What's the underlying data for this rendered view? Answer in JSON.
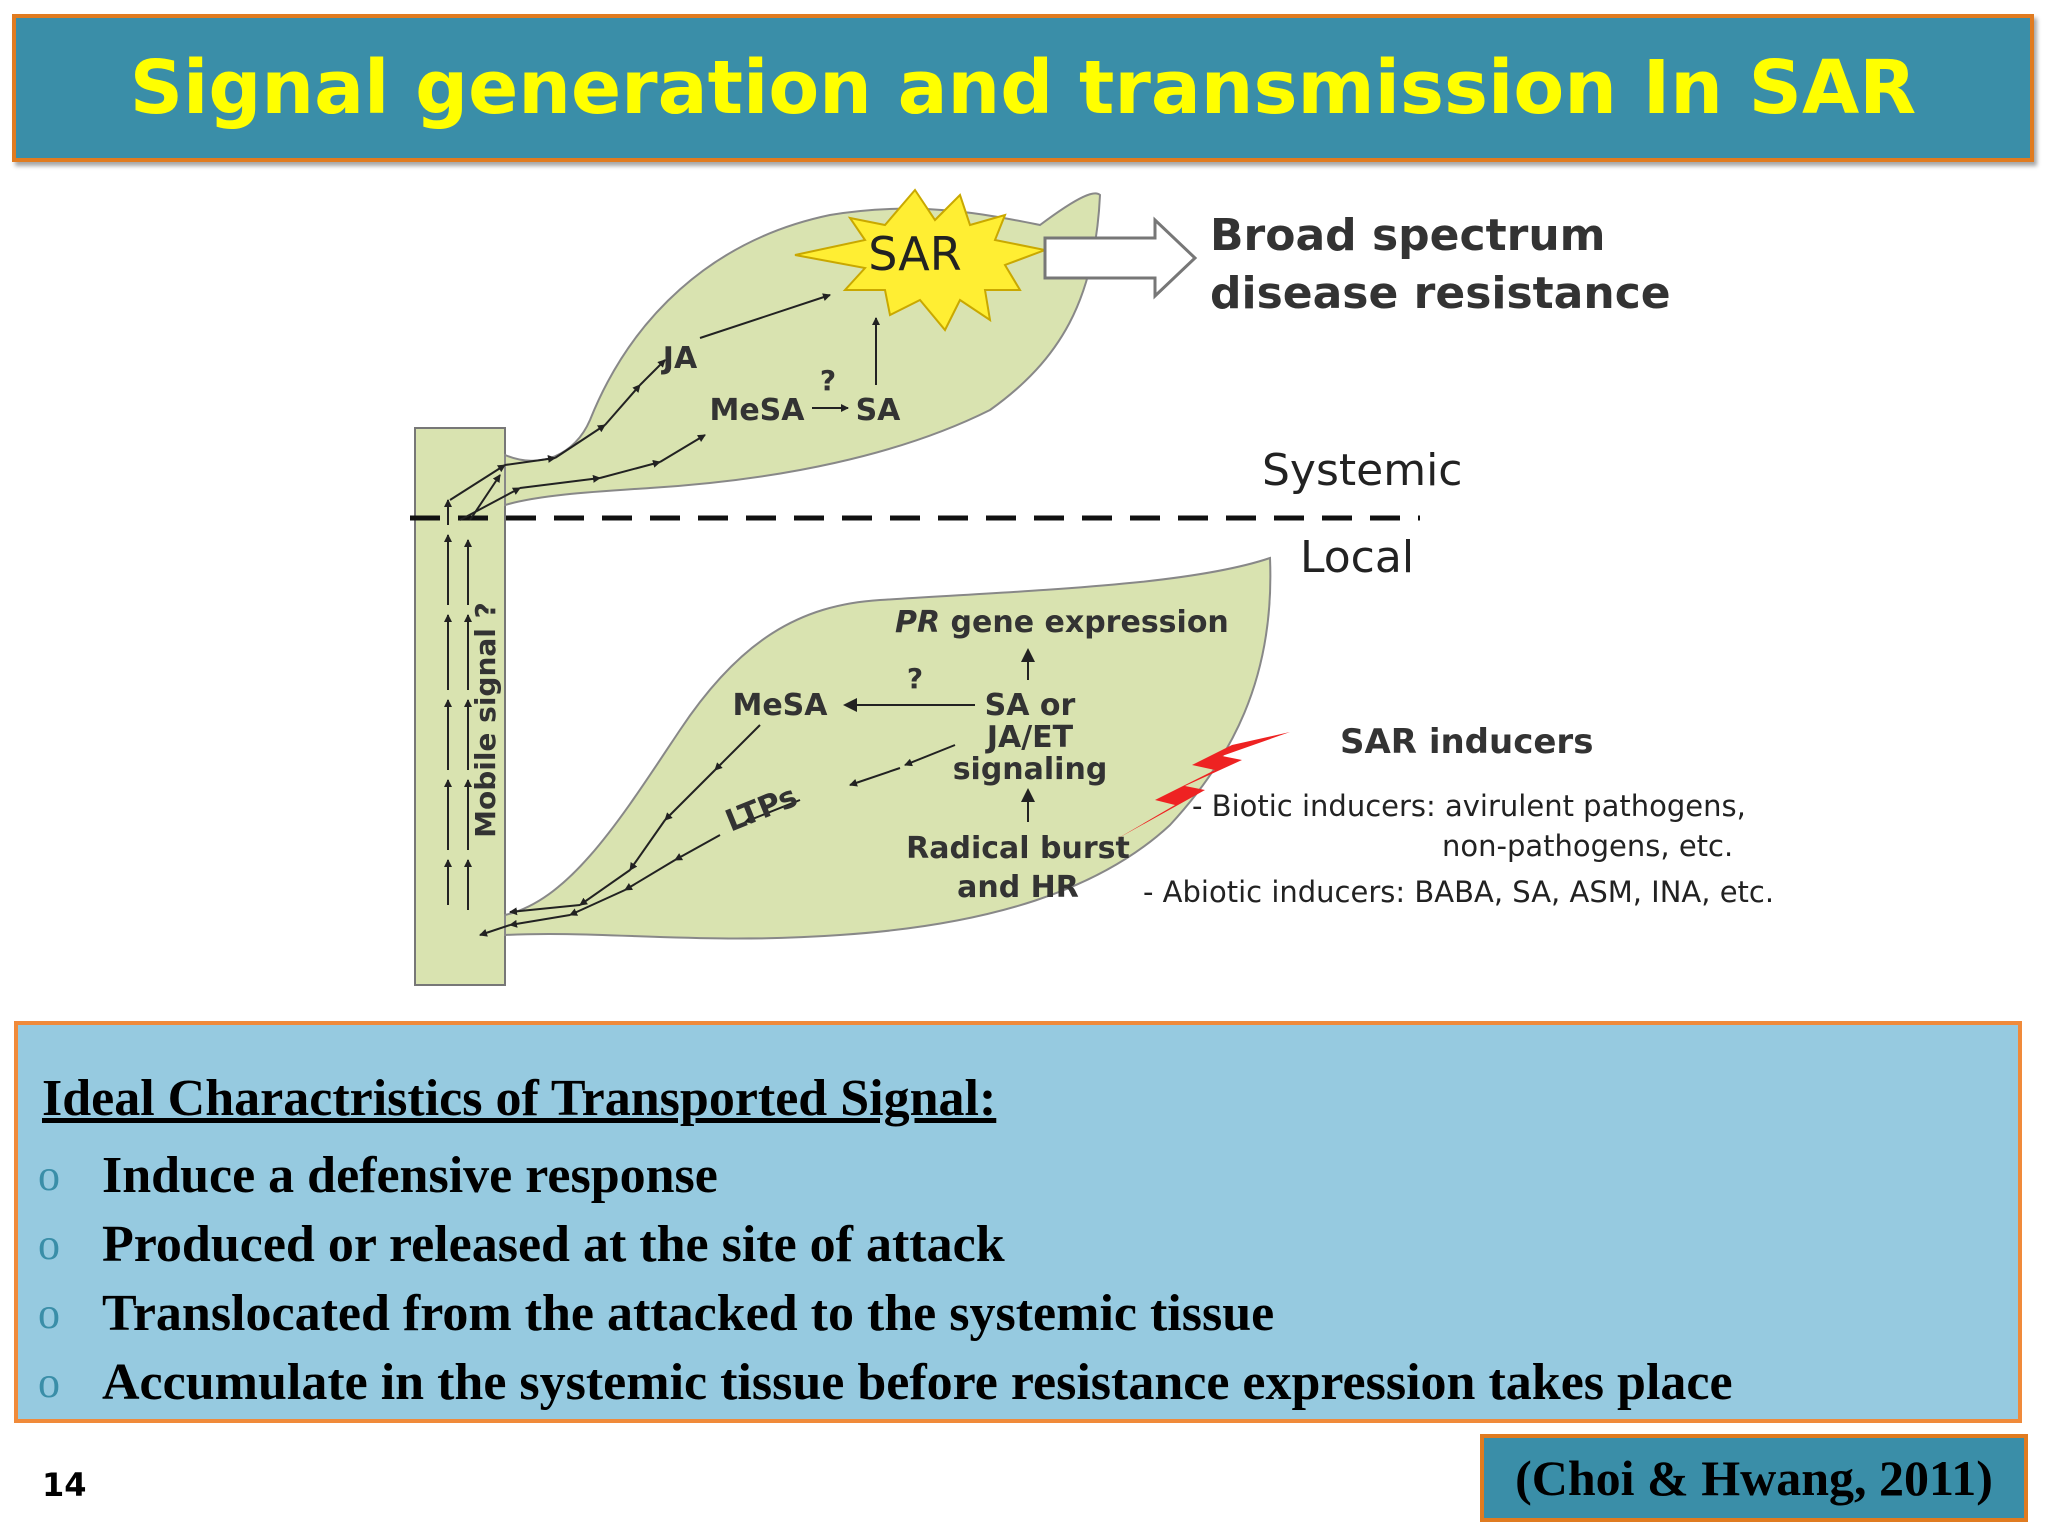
{
  "title": "Signal generation and transmission In SAR",
  "diagram": {
    "sar_label": "SAR",
    "broad_line1": "Broad spectrum",
    "broad_line2": "disease resistance",
    "systemic": "Systemic",
    "local": "Local",
    "ja": "JA",
    "mesa_top": "MeSA",
    "sa_top": "SA",
    "question_top": "?",
    "mobile_signal": "Mobile signal ?",
    "pr_gene_italic": "PR",
    "pr_gene_rest": " gene expression",
    "mesa_bottom": "MeSA",
    "question_bottom": "?",
    "sa_or": "SA or",
    "ja_et": "JA/ET",
    "signaling": "signaling",
    "ltps": "LTPs",
    "radical_burst": "Radical burst",
    "and_hr": "and HR",
    "sar_inducers": "SAR inducers",
    "biotic_line1": "- Biotic inducers: avirulent pathogens,",
    "biotic_line2": "non-pathogens, etc.",
    "abiotic": "- Abiotic inducers: BABA, SA, ASM, INA, etc."
  },
  "characteristics": {
    "heading": "Ideal Charactristics of Transported Signal:",
    "bullet_symbol": "o",
    "items": [
      "Induce a defensive response",
      "Produced or released at the site of attack",
      "Translocated from the attacked to the systemic tissue",
      "Accumulate in the systemic tissue before resistance expression takes place"
    ]
  },
  "page_number": "14",
  "citation": "(Choi & Hwang, 2011)",
  "colors": {
    "title_bg": "#3a8ea8",
    "title_text": "#ffff00",
    "border": "#e07b20",
    "leaf": "#d9e3b0",
    "info_bg": "#96cae0",
    "star": "#ffee33",
    "bolt": "#ee2222"
  }
}
